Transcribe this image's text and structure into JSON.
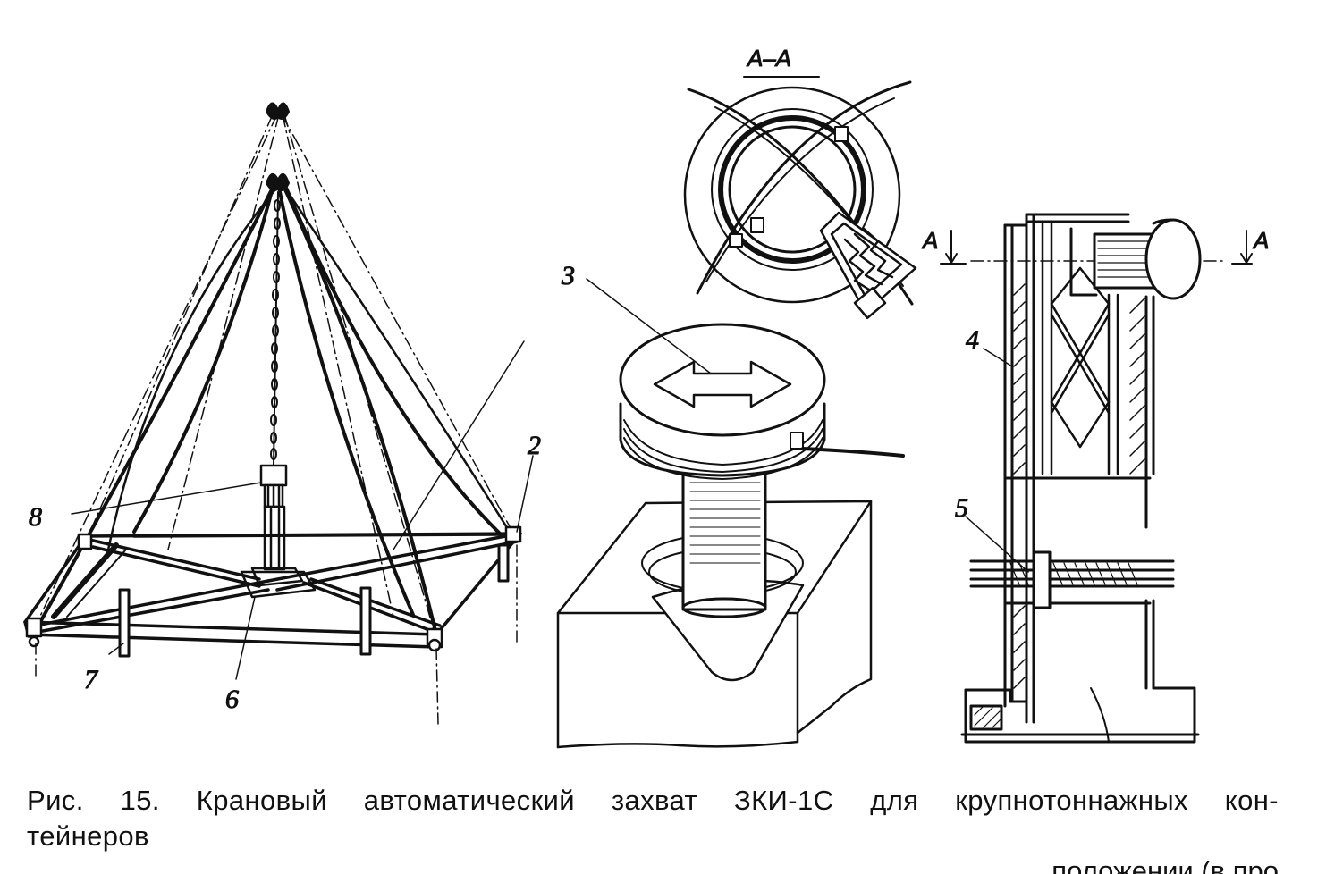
{
  "figure": {
    "labels": {
      "l2": "2",
      "l3": "3",
      "l4": "4",
      "l5": "5",
      "l6": "6",
      "l7": "7",
      "l8": "8"
    },
    "section_title": "А–А",
    "section_mark_left": "А",
    "section_mark_right": "А"
  },
  "caption": {
    "line1": "Рис. 15. Крановый автоматический захват ЗКИ-1С для крупнотоннажных кон-",
    "line2": "тейнеров"
  },
  "partial_line": "положении (в про"
}
